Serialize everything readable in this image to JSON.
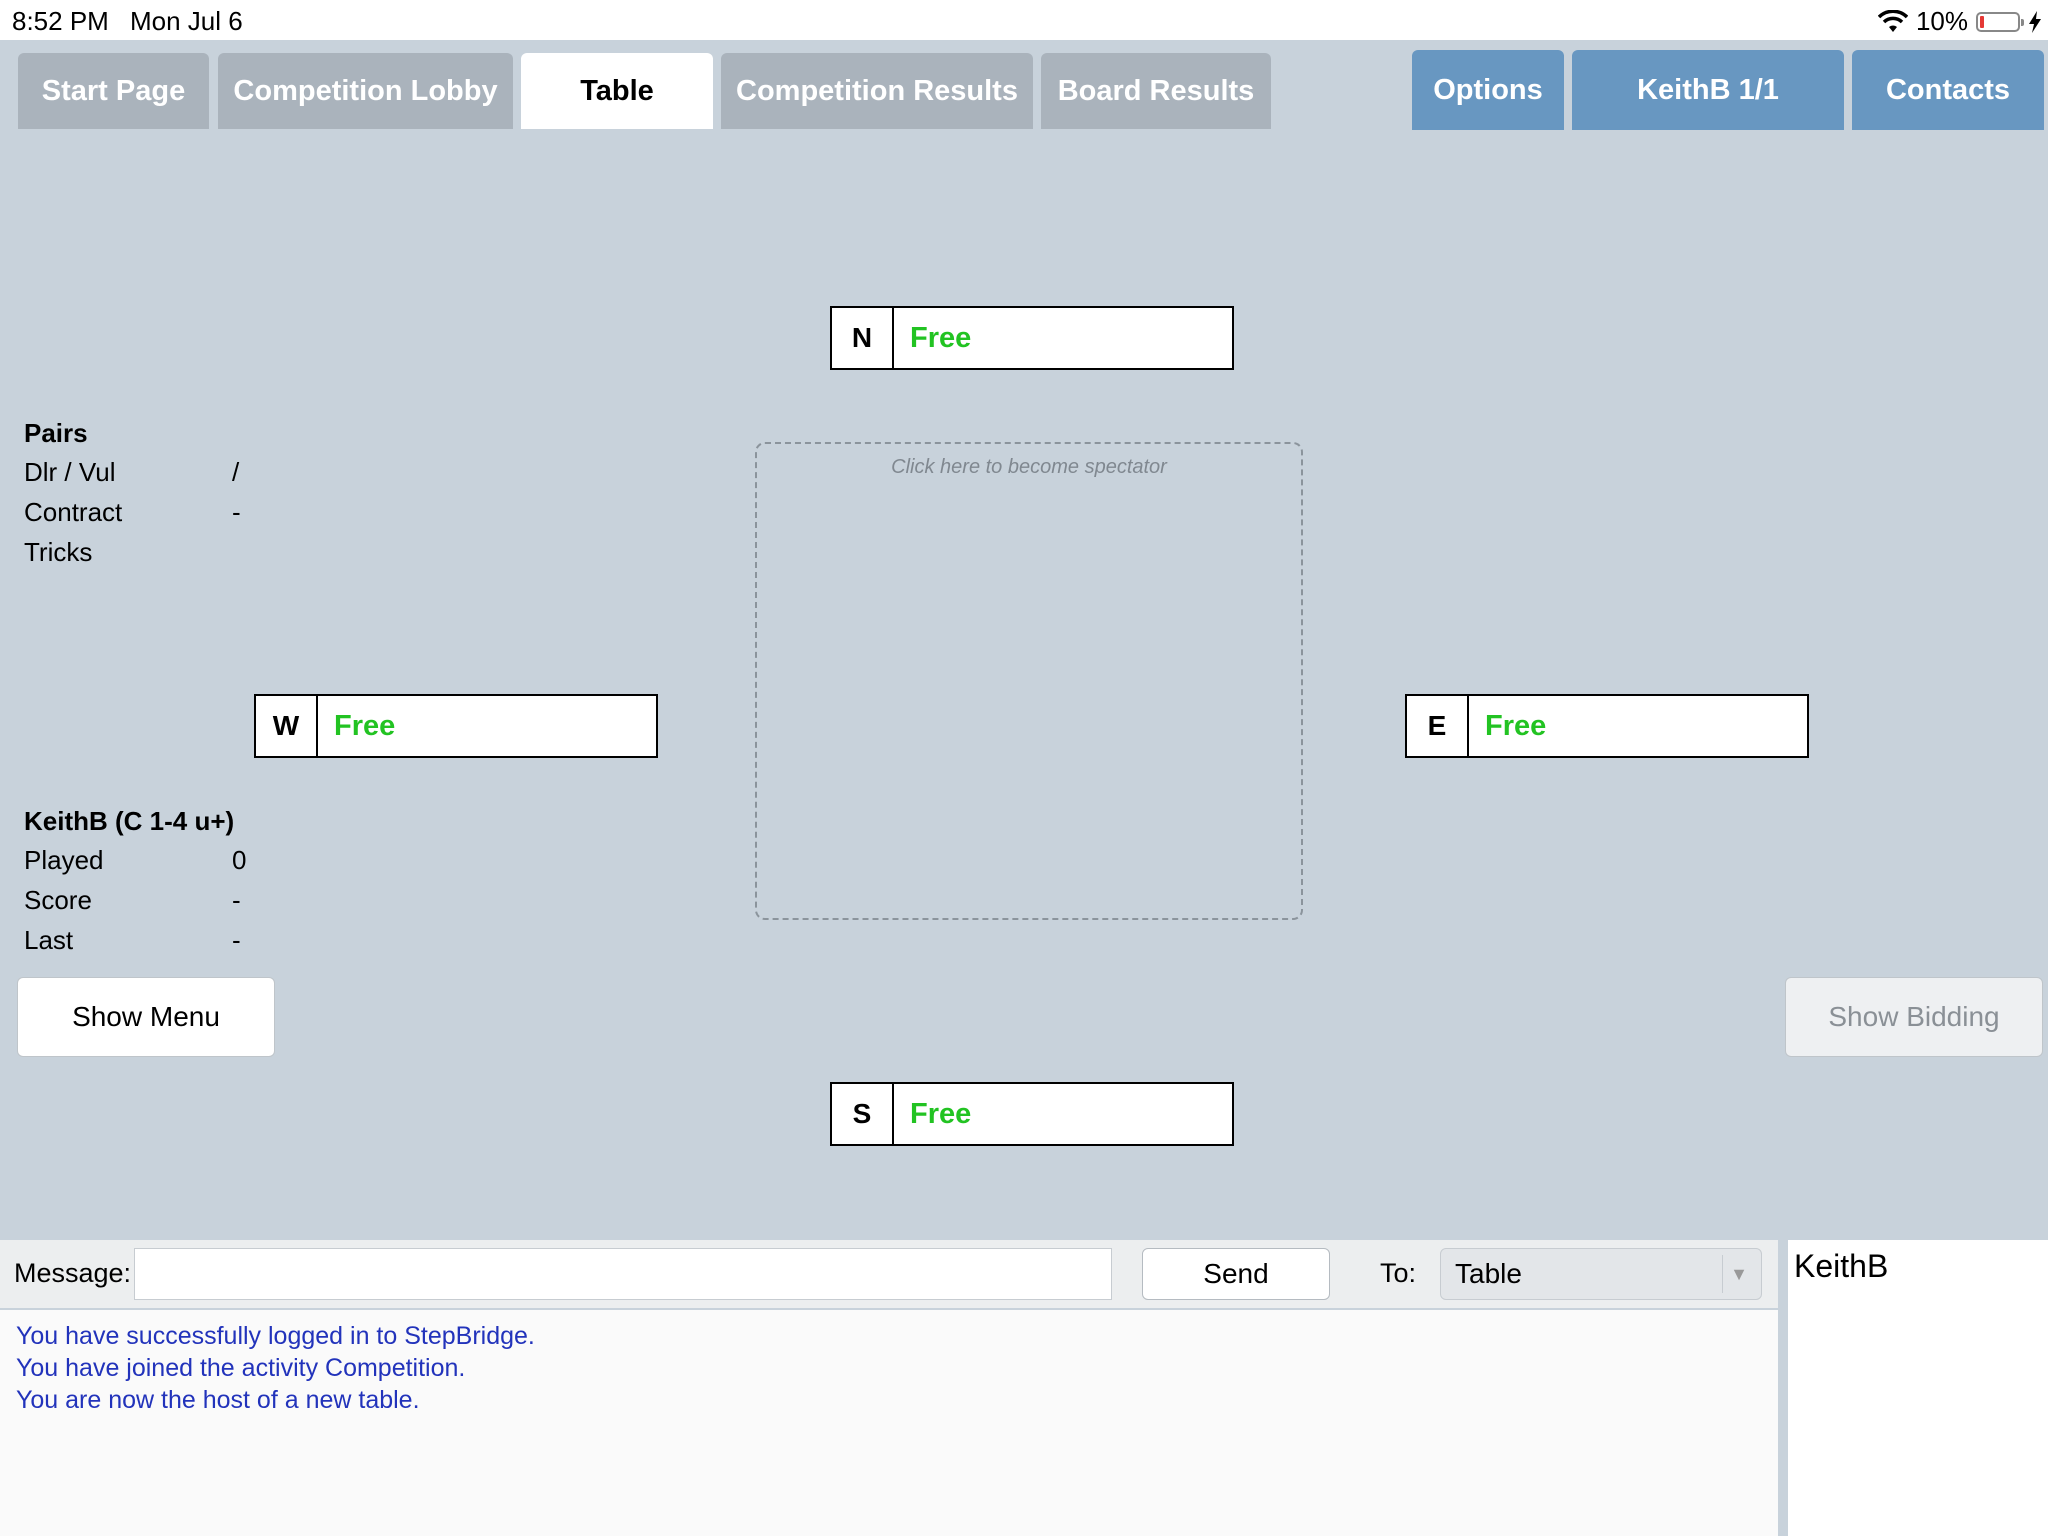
{
  "status": {
    "time": "8:52 PM",
    "date": "Mon Jul 6",
    "battery_text": "10%",
    "icons": [
      "wifi-icon",
      "battery-icon",
      "charging-bolt-icon"
    ]
  },
  "tabs": [
    {
      "label": "Start Page",
      "active": false
    },
    {
      "label": "Competition Lobby",
      "active": false
    },
    {
      "label": "Table",
      "active": true
    },
    {
      "label": "Competition Results",
      "active": false
    },
    {
      "label": "Board Results",
      "active": false
    }
  ],
  "right_tabs": [
    {
      "label": "Options"
    },
    {
      "label": "KeithB 1/1"
    },
    {
      "label": "Contacts"
    }
  ],
  "seats": {
    "north": {
      "dir": "N",
      "name": "Free"
    },
    "west": {
      "dir": "W",
      "name": "Free"
    },
    "east": {
      "dir": "E",
      "name": "Free"
    },
    "south": {
      "dir": "S",
      "name": "Free"
    }
  },
  "spectator_hint": "Click here to become spectator",
  "board_info": {
    "title": "Pairs",
    "rows": [
      {
        "label": "Dlr / Vul",
        "value": "/"
      },
      {
        "label": "Contract",
        "value": "-"
      },
      {
        "label": "Tricks",
        "value": ""
      }
    ]
  },
  "player_info": {
    "title": "KeithB (C 1-4 u+)",
    "rows": [
      {
        "label": "Played",
        "value": "0"
      },
      {
        "label": "Score",
        "value": "-"
      },
      {
        "label": "Last",
        "value": "-"
      }
    ]
  },
  "buttons": {
    "show_menu": "Show Menu",
    "show_bidding": "Show Bidding"
  },
  "chat": {
    "message_label": "Message:",
    "message_value": "",
    "send_label": "Send",
    "to_label": "To:",
    "to_value": "Table",
    "log": [
      "You have successfully logged in to StepBridge.",
      "You have joined the activity Competition.",
      "You are now the host of a new table."
    ]
  },
  "users_list": [
    "KeithB"
  ],
  "colors": {
    "background": "#c8d2db",
    "tab_inactive": "#aab3bc",
    "tab_blue": "#6897c1",
    "free_seat": "#22c322",
    "log_text": "#2233bb"
  }
}
